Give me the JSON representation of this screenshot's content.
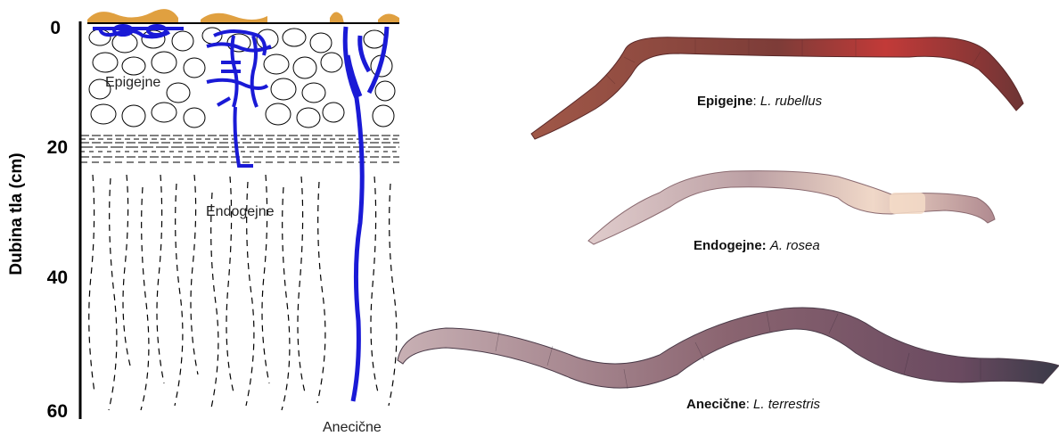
{
  "axis": {
    "title": "Dubina tla (cm)",
    "ticks": [
      "0",
      "20",
      "40",
      "60"
    ]
  },
  "zones": {
    "epigeic": "Epigejne",
    "endogeic": "Endogejne",
    "anecic": "Anecične"
  },
  "captions": [
    {
      "group": "Epigejne",
      "sep": ": ",
      "species": "L. rubellus"
    },
    {
      "group": "Endogejne:",
      "sep": " ",
      "species": "A. rosea"
    },
    {
      "group": "Anecične",
      "sep": ": ",
      "species": "L. terrestris"
    }
  ],
  "colors": {
    "burrow": "#1a1ad6",
    "litter": "#e0a040",
    "soil_lines": "#000000",
    "worm_red": "#8a4040",
    "worm_pale": "#c9a9a9",
    "worm_violet": "#7a5a6a"
  }
}
